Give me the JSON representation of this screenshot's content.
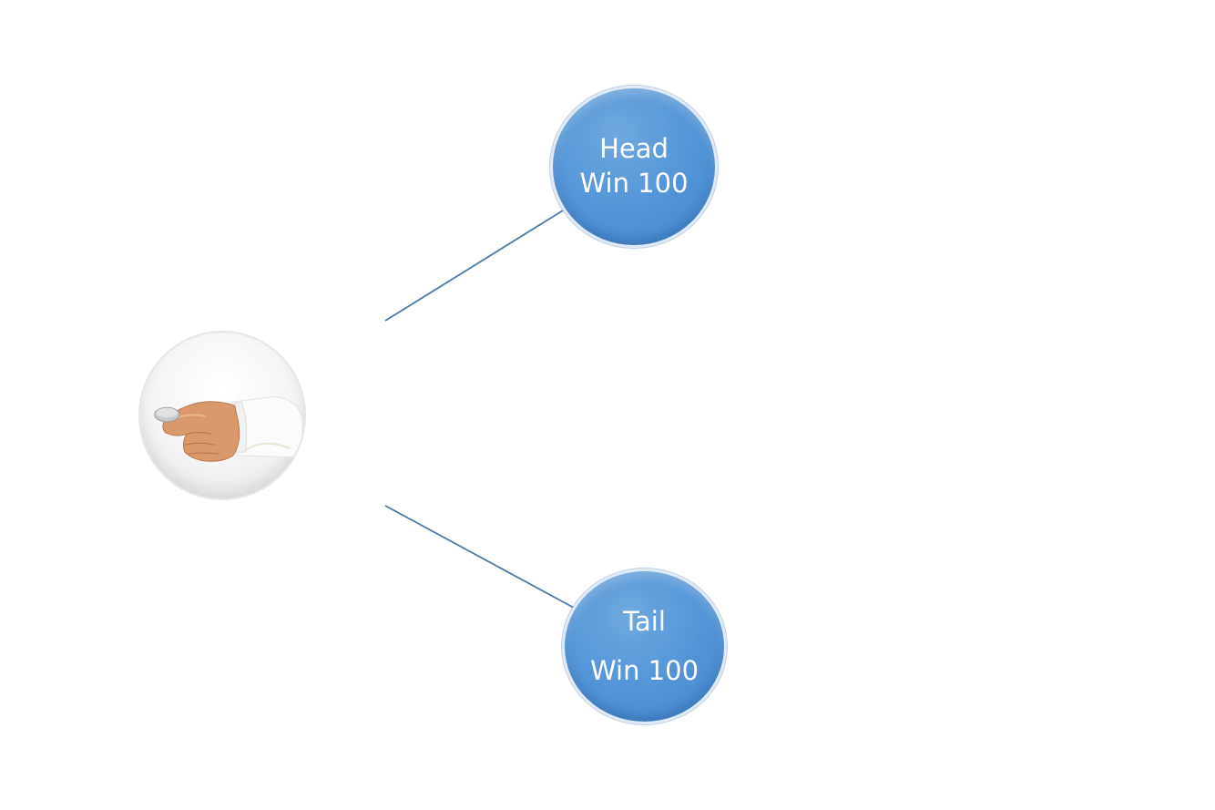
{
  "diagram": {
    "edge_color": "#4a79a8",
    "node_fill": "#5597d8",
    "nodes": {
      "head": {
        "line1": "Head",
        "line2": "Win 100"
      },
      "tail": {
        "line1": "Tail",
        "line2": "Win 100"
      },
      "source": {
        "icon": "coin-toss-hand-icon"
      }
    }
  }
}
